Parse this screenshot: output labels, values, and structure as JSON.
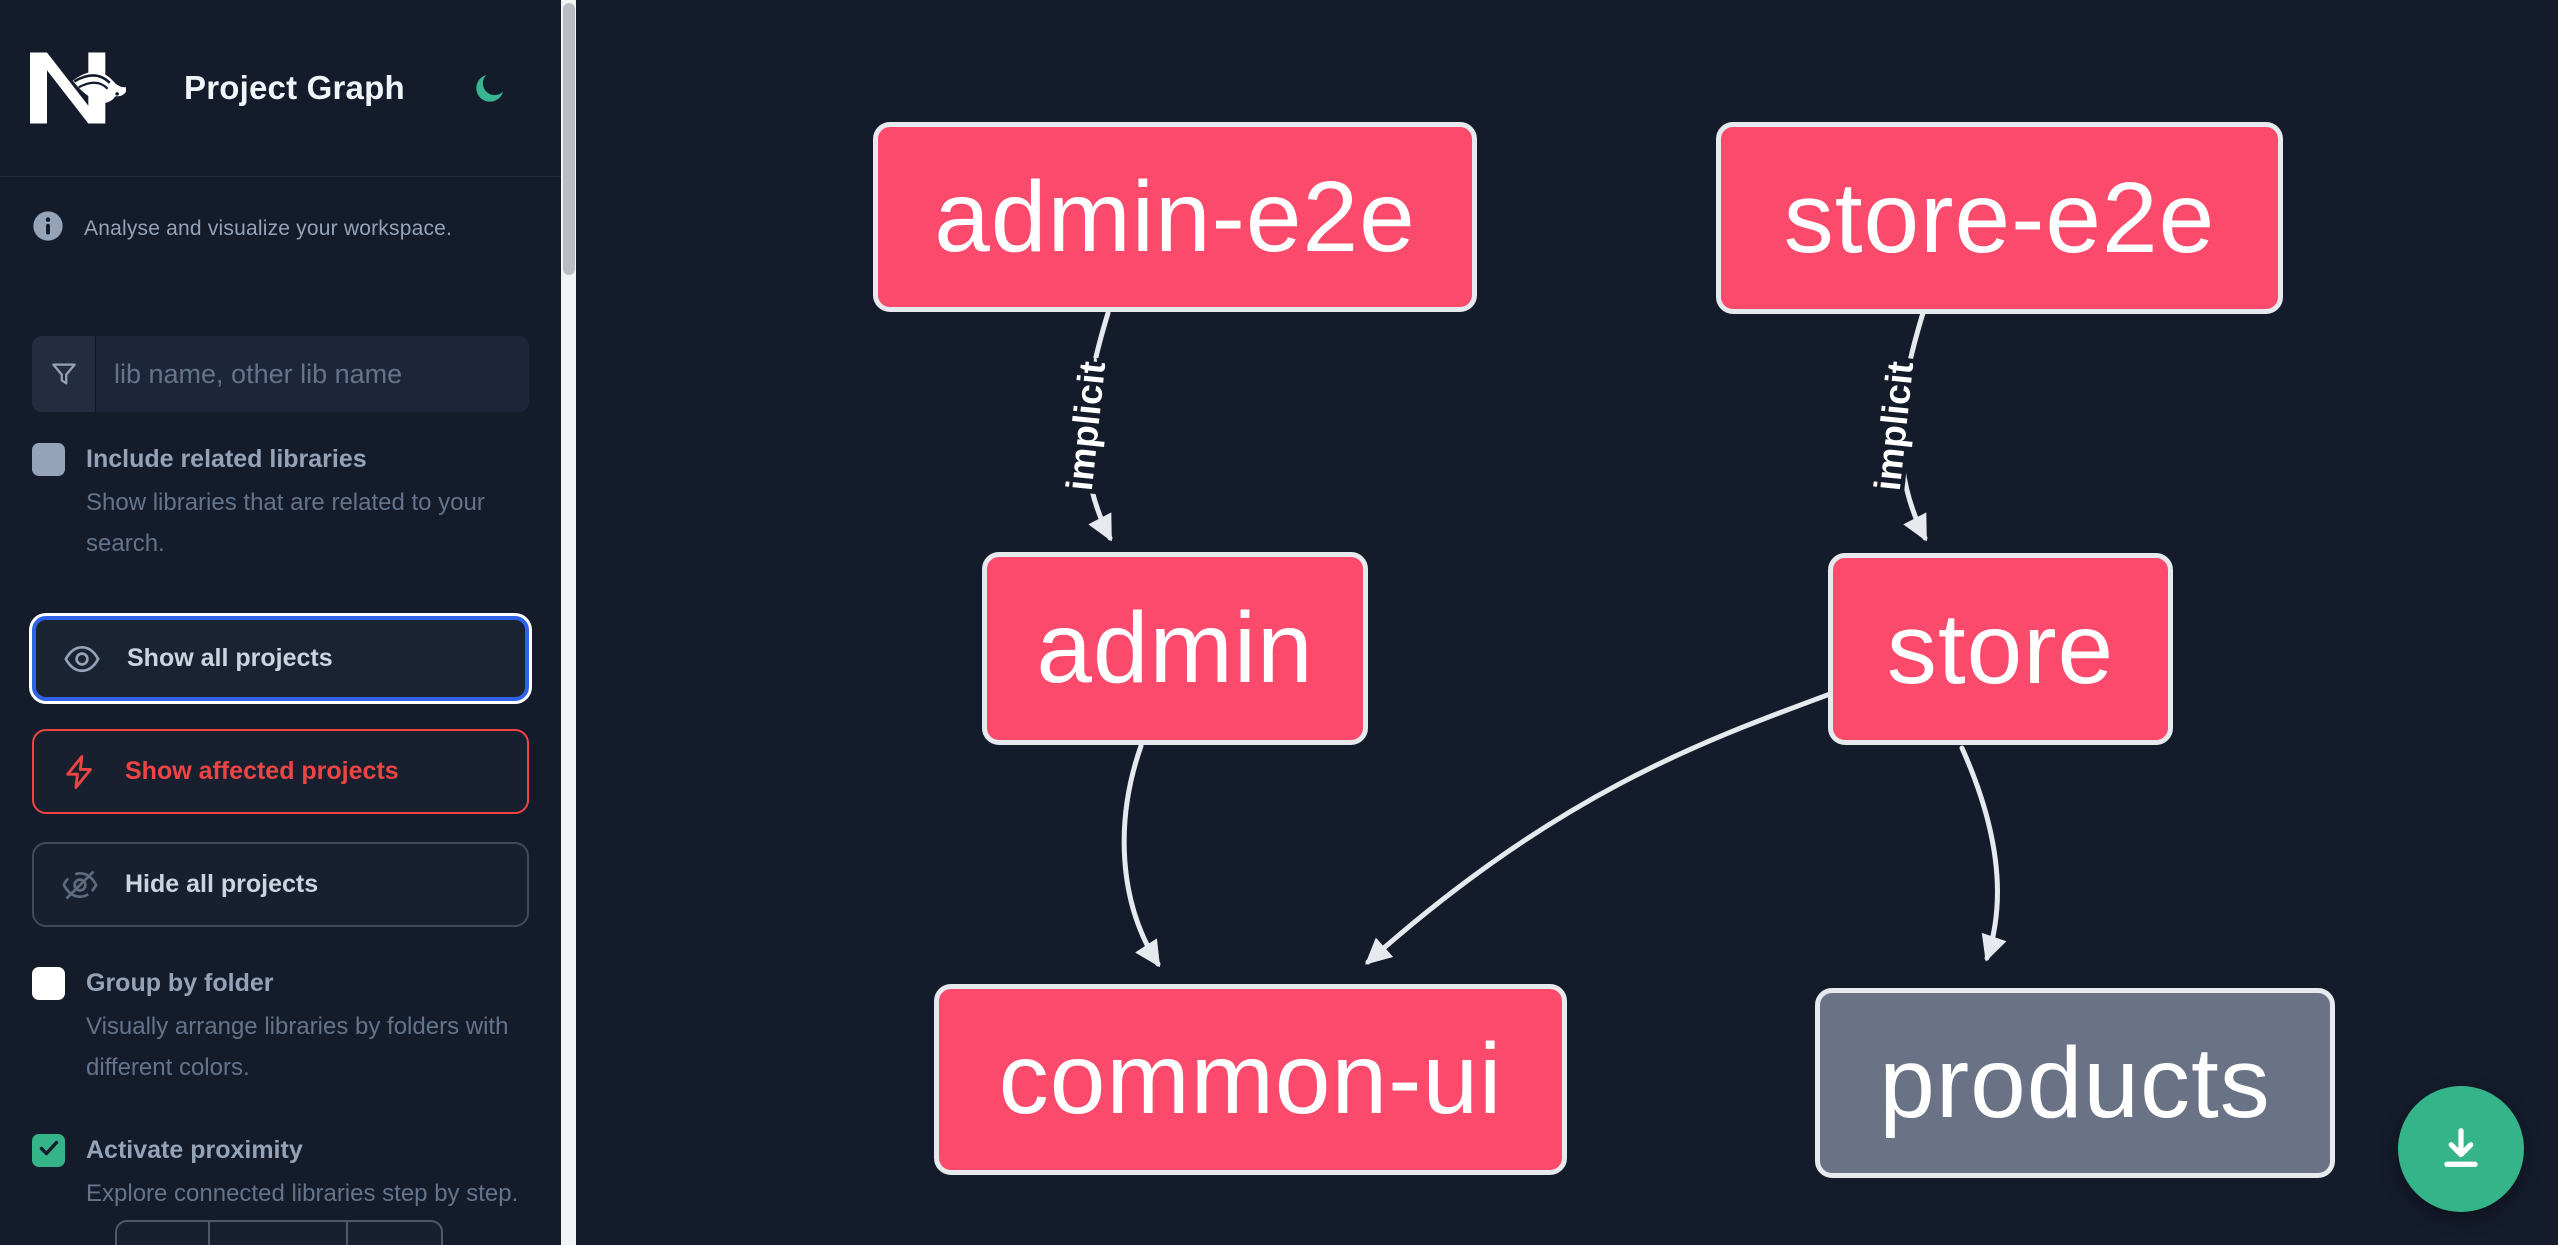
{
  "app": {
    "title": "Project Graph",
    "logo": "nx-logo",
    "theme_icon": "moon-icon"
  },
  "sidebar": {
    "tagline": "Analyse and visualize your workspace.",
    "search": {
      "icon": "funnel-icon",
      "placeholder": "lib name, other lib name",
      "value": ""
    },
    "toggles": [
      {
        "label": "Include related libraries",
        "description": "Show libraries that are related to your search.",
        "checked": false
      },
      {
        "label": "Group by folder",
        "description": "Visually arrange libraries by folders with different colors.",
        "checked": false
      },
      {
        "label": "Activate proximity",
        "description": "Explore connected libraries step by step.",
        "checked": true
      }
    ],
    "actions": [
      {
        "label": "Show all projects",
        "icon": "eye-icon",
        "state": "focused"
      },
      {
        "label": "Show affected projects",
        "icon": "bolt-icon",
        "state": "danger"
      },
      {
        "label": "Hide all projects",
        "icon": "eye-off-icon",
        "state": "default"
      }
    ],
    "proximity_stepper": {
      "segments_visible": 3,
      "cut_off_at_bottom": true
    }
  },
  "graph": {
    "nodes": [
      {
        "id": "admin-e2e",
        "label": "admin-e2e",
        "color": "#fb4a6b"
      },
      {
        "id": "store-e2e",
        "label": "store-e2e",
        "color": "#fb4a6b"
      },
      {
        "id": "admin",
        "label": "admin",
        "color": "#fb4a6b"
      },
      {
        "id": "store",
        "label": "store",
        "color": "#fb4a6b"
      },
      {
        "id": "common-ui",
        "label": "common-ui",
        "color": "#fb4a6b"
      },
      {
        "id": "products",
        "label": "products",
        "color": "#6a7386"
      }
    ],
    "edges": [
      {
        "source": "admin-e2e",
        "target": "admin",
        "label": "implicit"
      },
      {
        "source": "store-e2e",
        "target": "store",
        "label": "implicit"
      },
      {
        "source": "admin",
        "target": "common-ui",
        "label": ""
      },
      {
        "source": "store",
        "target": "common-ui",
        "label": ""
      },
      {
        "source": "store",
        "target": "products",
        "label": ""
      }
    ]
  },
  "fab": {
    "icon": "download-icon"
  },
  "colors": {
    "background": "#141b2b",
    "node_pink": "#fb4a6b",
    "node_gray": "#6a7386",
    "node_border": "#e6e9ee",
    "edge": "#e6e9ee",
    "accent_green": "#35b48a",
    "focus_blue": "#2e63e8",
    "danger_red": "#ef4444",
    "label_slate": "#94a3b8",
    "muted_slate": "#64748b"
  }
}
